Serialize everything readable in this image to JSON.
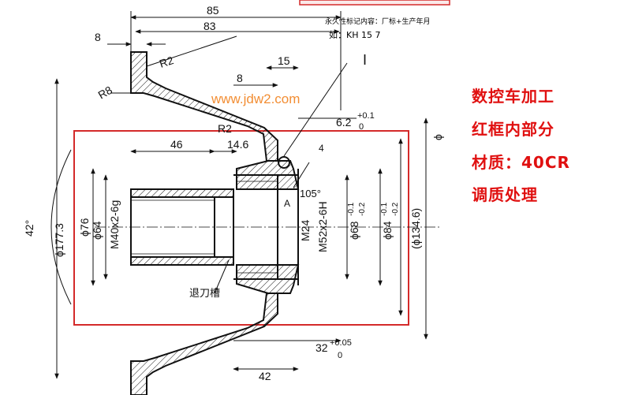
{
  "stamp": {
    "line1": "永久性标记内容：厂标+生产年月",
    "line2": "如：KH 15 7"
  },
  "watermark": "www.jdw2.com",
  "notes": [
    "数控车加工",
    "红框内部分",
    "材质：40CR",
    "调质处理"
  ],
  "dims": {
    "overall_width": "85",
    "inner_width": "83",
    "flange_thickness": "8",
    "radius_top": "R2",
    "radius_left": "R8",
    "dim_15": "15",
    "dim_8": "8",
    "section_mark": "I",
    "groove_width": "6.2",
    "groove_tol_upper": "+0.1",
    "groove_tol_lower": "0",
    "radius_inner": "R2",
    "len_46": "46",
    "len_14_6": "14.6",
    "dim_4": "4",
    "angle_105": "105°",
    "angle_42": "42°",
    "dia_177_3": "ϕ177.3",
    "dia_76": "ϕ76",
    "dia_64": "ϕ64",
    "thread_m40": "M40x2-6g",
    "thread_m24": "M24",
    "thread_m52": "M52x2-6H",
    "dia_68": "ϕ68",
    "dia_68_tol_upper": "-0.1",
    "dia_68_tol_lower": "-0.2",
    "dia_84": "ϕ84",
    "dia_84_tol_upper": "-0.1",
    "dia_84_tol_lower": "-0.2",
    "dia_134_6": "(ϕ134.6)",
    "dia_right": "ϕ",
    "undercut_label": "退刀槽",
    "len_32": "32",
    "len_32_tol_upper": "+0.05",
    "len_32_tol_lower": "0",
    "len_42": "42",
    "label_A": "A"
  },
  "colors": {
    "note_red": "#e01010",
    "frame_red": "#d42a2a",
    "watermark_orange": "#f07a10",
    "line": "#111111"
  }
}
